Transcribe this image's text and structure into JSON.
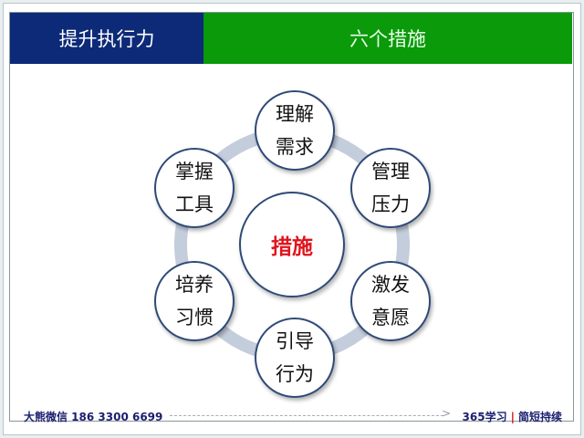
{
  "header": {
    "left_title": "提升执行力",
    "right_title": "六个措施"
  },
  "diagram": {
    "center": "措施",
    "nodes": [
      {
        "line1": "理解",
        "line2": "需求"
      },
      {
        "line1": "管理",
        "line2": "压力"
      },
      {
        "line1": "激发",
        "line2": "意愿"
      },
      {
        "line1": "引导",
        "line2": "行为"
      },
      {
        "line1": "培养",
        "line2": "习惯"
      },
      {
        "line1": "掌握",
        "line2": "工具"
      }
    ]
  },
  "footer": {
    "left": "大熊微信 186 3300 6699",
    "right_a": "365学习",
    "separator": "|",
    "right_b": "简短持续"
  },
  "colors": {
    "header_left": "#0d2a78",
    "header_right": "#0a9a0a",
    "center_text": "#e0141e"
  }
}
